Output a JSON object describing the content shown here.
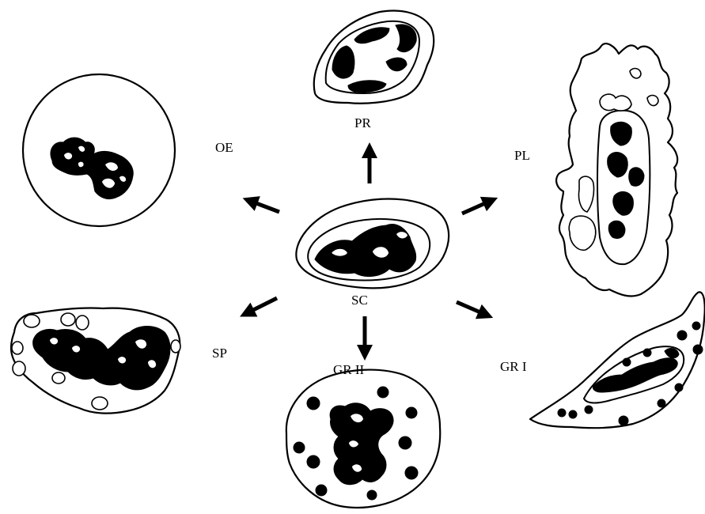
{
  "labels": {
    "center": "SC",
    "top": "PR",
    "upper_left": "OE",
    "upper_right": "PL",
    "lower_left": "SP",
    "bottom": "GR II",
    "lower_right": "GR I"
  }
}
